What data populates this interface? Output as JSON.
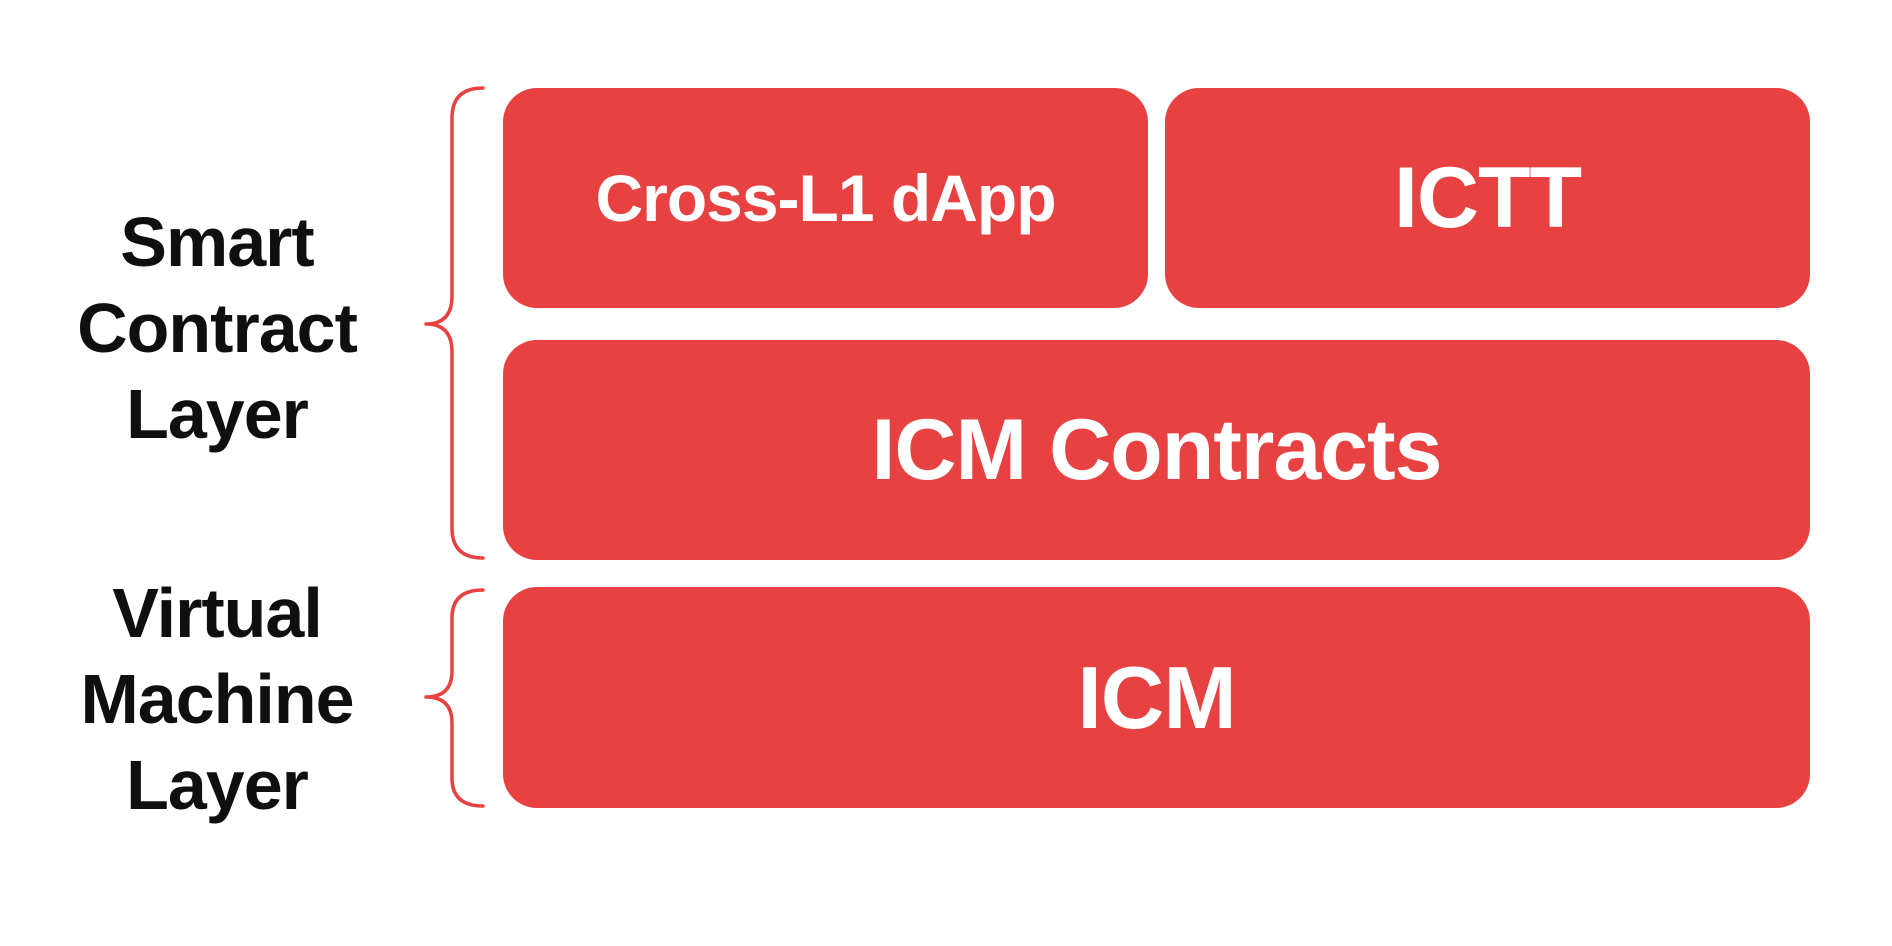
{
  "layers": [
    {
      "label": "Smart Contract Layer",
      "label_lines": [
        "Smart",
        "Contract",
        "Layer"
      ],
      "boxes": [
        {
          "label": "Cross-L1 dApp"
        },
        {
          "label": "ICTT"
        },
        {
          "label": "ICM Contracts"
        }
      ]
    },
    {
      "label": "Virtual Machine Layer",
      "label_lines": [
        "Virtual",
        "Machine",
        "Layer"
      ],
      "boxes": [
        {
          "label": "ICM"
        }
      ]
    }
  ],
  "colors": {
    "background": "#FFFFFF",
    "box_red": "#E84142",
    "brace_red": "#E84142",
    "box_text": "#FFFFFF",
    "label_text": "#0F0F0F"
  }
}
